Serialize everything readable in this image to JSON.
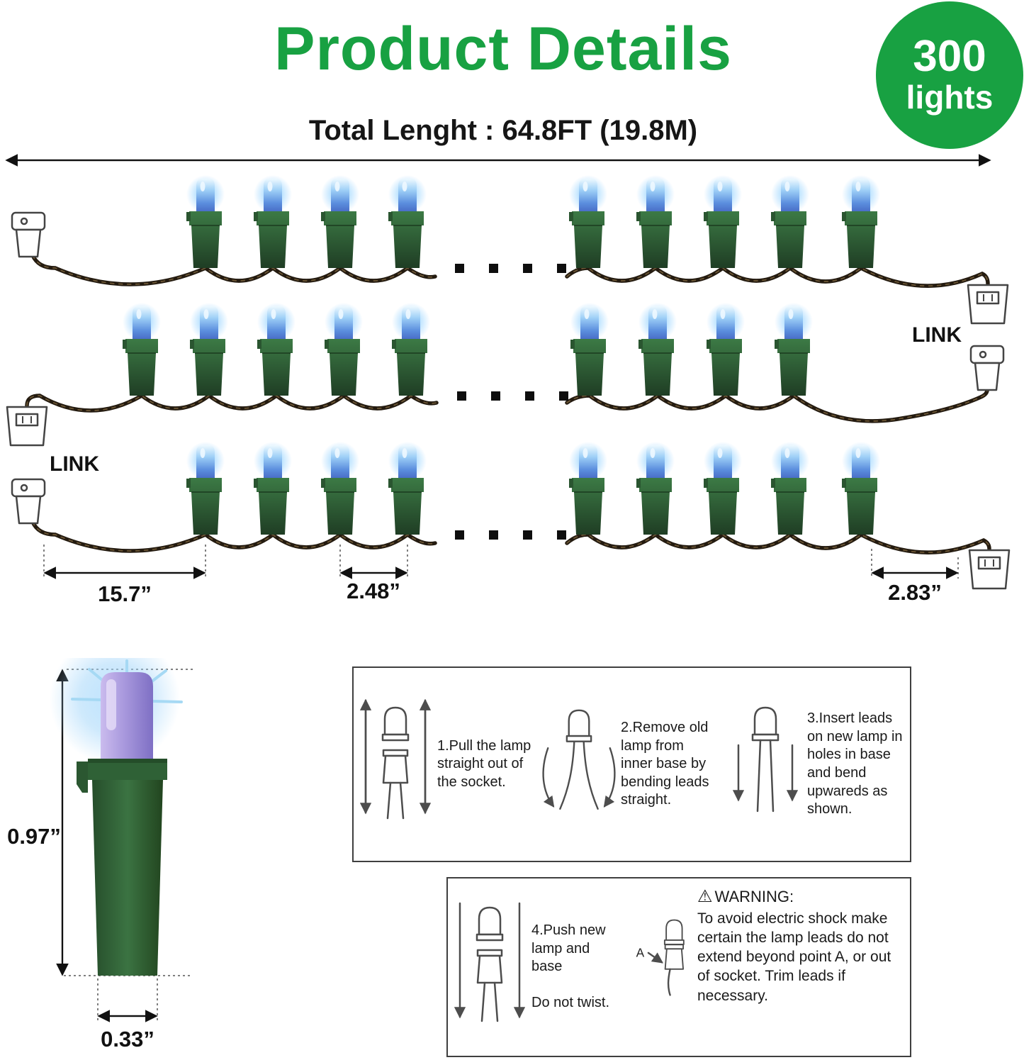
{
  "header": {
    "title": "Product Details",
    "badge": {
      "count": "300",
      "unit": "lights"
    },
    "total_length_label": "Total Lenght : 64.8FT (19.8M)"
  },
  "string_diagram": {
    "link_left": "LINK",
    "link_right": "LINK",
    "dim_plug_to_bulb": "15.7”",
    "dim_bulb_spacing": "2.48”",
    "dim_end_section": "2.83”"
  },
  "bulb_closeup": {
    "dim_height": "0.97”",
    "dim_width": "0.33”"
  },
  "instructions": {
    "step1": "1.Pull the lamp straight out of the socket.",
    "step2": "2.Remove old lamp from inner base by bending leads straight.",
    "step3": "3.Insert leads on new lamp in holes in base and bend upwareds as shown.",
    "step4_line1": "4.Push new lamp and base",
    "step4_line2": "Do not twist.",
    "warning": {
      "icon": "⚠",
      "title": "WARNING:",
      "body": "To avoid electric shock make certain the lamp leads do not extend beyond point A, or out of socket. Trim leads if necessary.",
      "point_label": "A"
    }
  },
  "colors": {
    "green": "#18a142",
    "socket-green": "#2b5731",
    "bulb-blue": "#6fb2ef",
    "led-purple": "#a292dc",
    "wire": "#241b10",
    "text": "#1c1c1c"
  }
}
